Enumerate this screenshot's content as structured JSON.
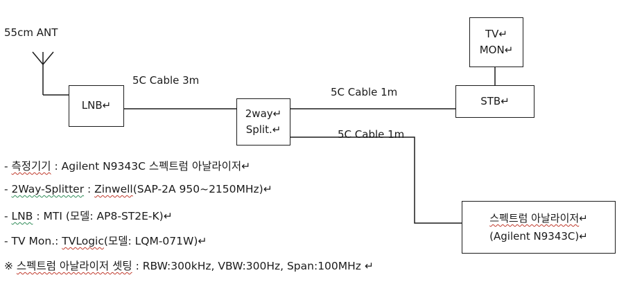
{
  "antenna": {
    "label": "55cm ANT"
  },
  "nodes": {
    "lnb": {
      "label": "LNB"
    },
    "splitter": {
      "line1": "2way",
      "line2": "Split."
    },
    "stb": {
      "label": "STB"
    },
    "tv_mon": {
      "line1": "TV",
      "line2": "MON"
    },
    "analyzer": {
      "line1": "스펙트럼 아날라이저",
      "line2": "(Agilent N9343C)"
    }
  },
  "cables": {
    "lnb_to_splitter": "5C Cable 3m",
    "splitter_to_stb": "5C Cable 1m",
    "splitter_to_analyzer": "5C Cable 1m"
  },
  "notes": {
    "n1": {
      "prefix": "- ",
      "key": "측정기기",
      "rest": " : Agilent N9343C 스펙트럼 아날라이저"
    },
    "n2": {
      "prefix": "- ",
      "key": "2Way-Splitter",
      "mid": " : ",
      "val": "Zinwell",
      "rest": "(SAP-2A 950~2150MHz)"
    },
    "n3": {
      "prefix": "- ",
      "key": "LNB",
      "rest": " : MTI (모델: AP8-ST2E-K)"
    },
    "n4": {
      "prefix": "- ",
      "key": "TV Mon.",
      "mid": ": ",
      "val": "TVLogic",
      "rest": "(모델: LQM-071W)"
    },
    "n5": {
      "prefix": "※ ",
      "key": "스펙트럼 아날라이저 셋팅",
      "rest": " : RBW:300kHz, VBW:300Hz, Span:100MHz"
    }
  },
  "mark": "↵",
  "colors": {
    "line": "#1a1a1a",
    "squiggle_red": "#c0392b",
    "squiggle_green": "#2e8b57"
  }
}
